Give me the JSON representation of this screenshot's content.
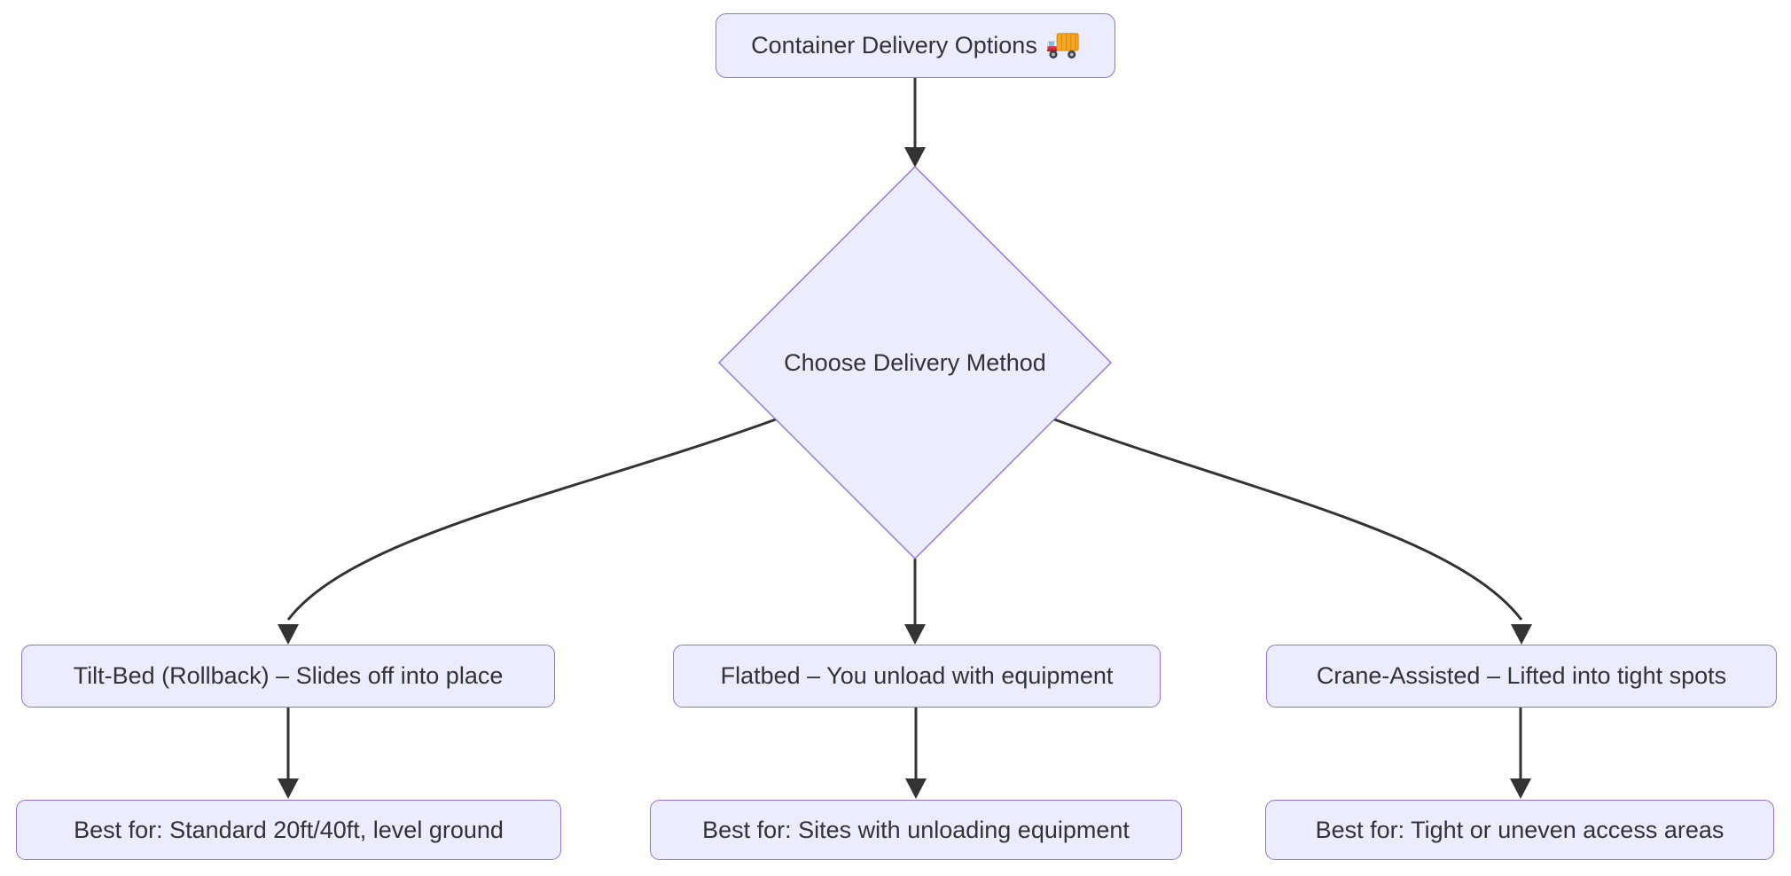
{
  "diagram": {
    "type": "flowchart",
    "nodes": {
      "title": {
        "label": "Container Delivery Options",
        "icon": "delivery-truck-icon"
      },
      "decision": {
        "label": "Choose Delivery Method"
      },
      "options": [
        {
          "method": "Tilt-Bed (Rollback) – Slides off into place",
          "best_for": "Best for: Standard 20ft/40ft, level ground"
        },
        {
          "method": "Flatbed – You unload with equipment",
          "best_for": "Best for: Sites with unloading equipment"
        },
        {
          "method": "Crane-Assisted – Lifted into tight spots",
          "best_for": "Best for: Tight or uneven access areas"
        }
      ]
    },
    "colors": {
      "node_fill": "#ECECFF",
      "node_border": "#9370DB",
      "edge": "#333333",
      "text": "#333333",
      "background": "#FFFFFF"
    }
  }
}
